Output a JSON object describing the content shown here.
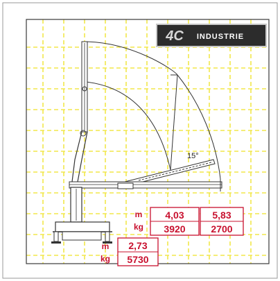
{
  "logo": {
    "mark": "4C",
    "text": "INDUSTRIE"
  },
  "angle_label": "15°",
  "load_tables": [
    {
      "unit_distance": "m",
      "unit_load": "kg",
      "distance": "4,03",
      "load": "3920"
    },
    {
      "unit_distance": "",
      "unit_load": "",
      "distance": "5,83",
      "load": "2700"
    },
    {
      "unit_distance": "m",
      "unit_load": "kg",
      "distance": "2,73",
      "load": "5730"
    }
  ],
  "colors": {
    "grid": "#f2e74a",
    "frame": "#9a9a9a",
    "crane": "#222222",
    "label_red": "#c8102e",
    "logo_bg": "#2c2c2c"
  }
}
